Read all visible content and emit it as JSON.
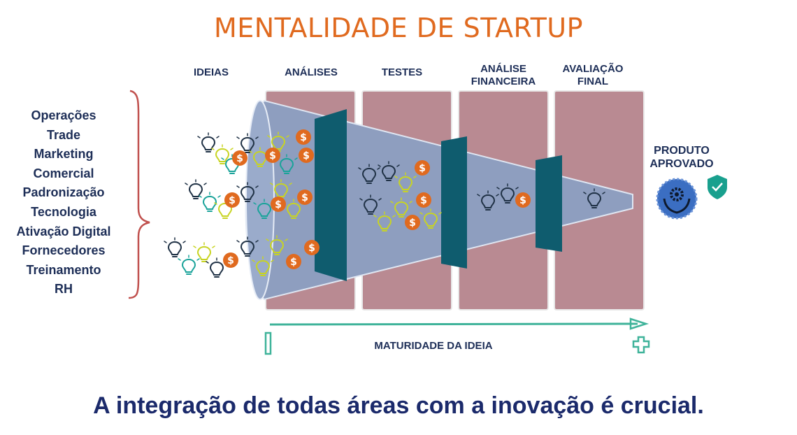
{
  "title": "MENTALIDADE DE STARTUP",
  "stages": [
    {
      "label": "IDEIAS"
    },
    {
      "label": "ANÁLISES"
    },
    {
      "label": "TESTES"
    },
    {
      "label": "ANÁLISE\nFINANCEIRA"
    },
    {
      "label": "AVALIAÇÃO\nFINAL"
    }
  ],
  "areas": [
    "Operações",
    "Trade",
    "Marketing",
    "Comercial",
    "Padronização",
    "Tecnologia",
    "Ativação Digital",
    "Fornecedores",
    "Treinamento",
    "RH"
  ],
  "product": {
    "label": "PRODUTO\nAPROVADO"
  },
  "maturity_axis": {
    "label": "MATURIDADE DA IDEIA"
  },
  "conclusion": "A integração de todas áreas com a inovação é crucial.",
  "colors": {
    "title": "#e06a1f",
    "text_dark": "#1d2e57",
    "stage_panel": "#b98a92",
    "funnel": "#8e9ebf",
    "gate": "#0f5c6e",
    "brace": "#c0504d",
    "axis": "#3fb39a",
    "bulb_yellow": "#c8d423",
    "bulb_teal": "#1aa39a",
    "bulb_dark": "#1f3145",
    "coin_orange": "#e06a1f"
  },
  "icons": [
    "lightbulb-icon",
    "dollar-coin-icon",
    "hands-gear-icon",
    "shield-check-icon"
  ]
}
